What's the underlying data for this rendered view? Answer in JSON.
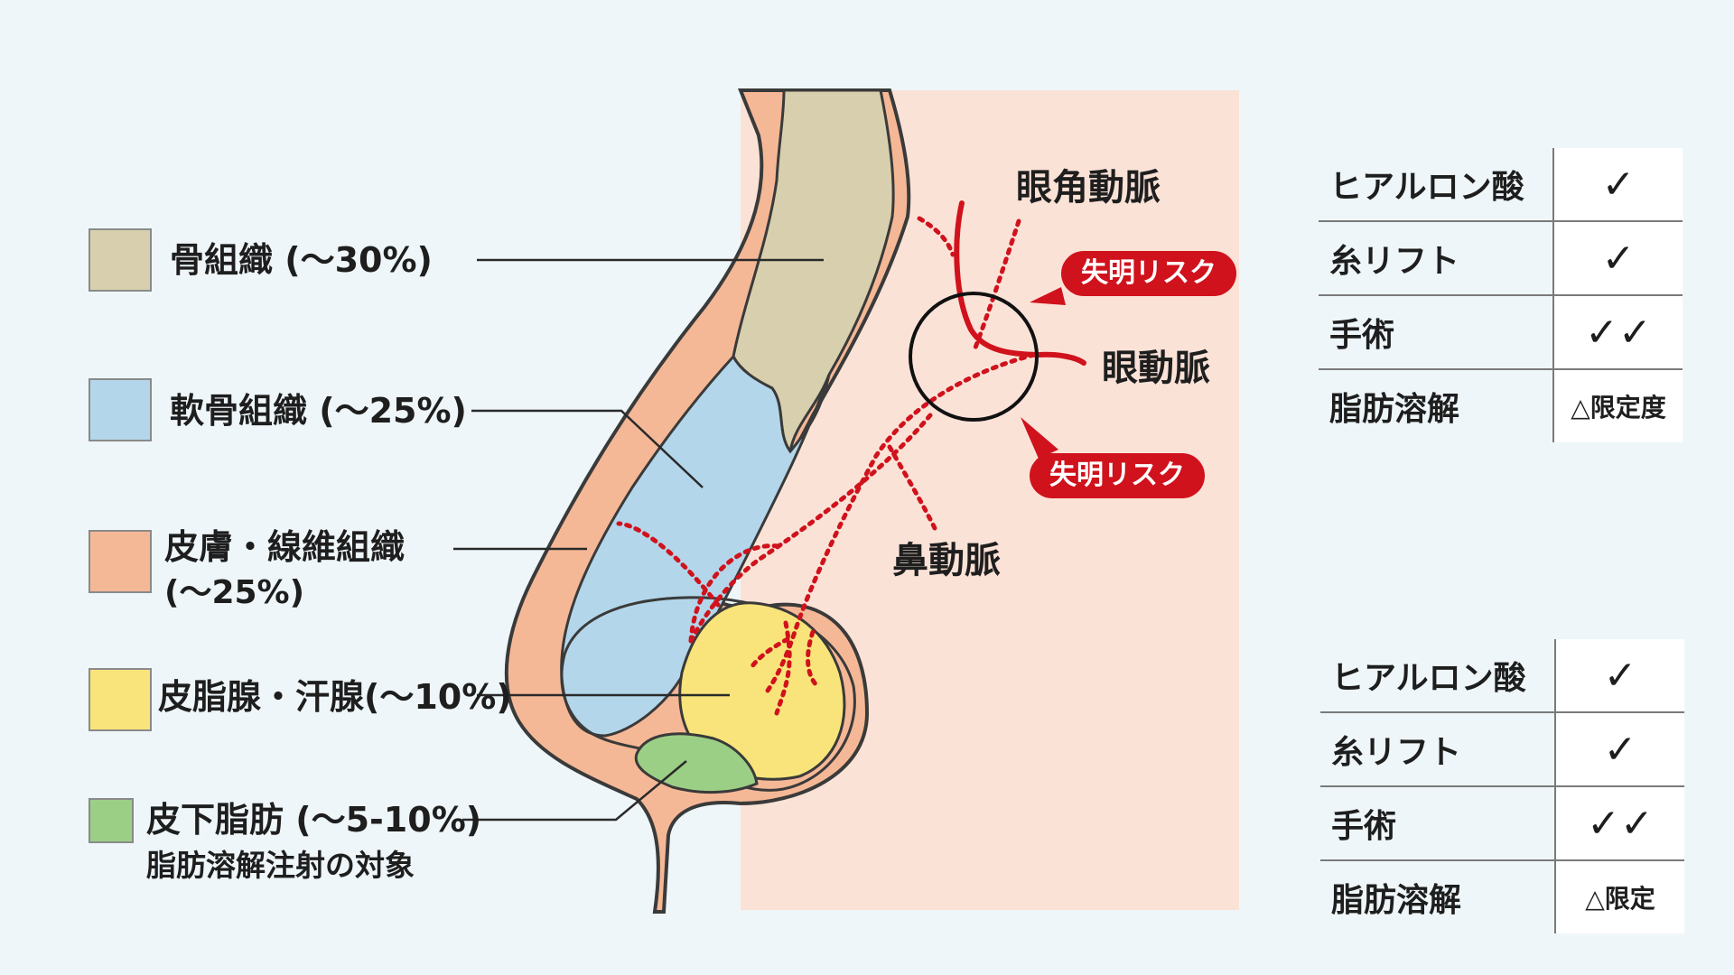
{
  "legend": [
    {
      "label": "骨組織 (〜30%)",
      "sub": "",
      "color": "#d8cfae"
    },
    {
      "label": "軟骨組織 (〜25%)",
      "sub": "",
      "color": "#b3d6ea"
    },
    {
      "label": "皮膚・線維組織",
      "sub": "(〜25%)",
      "color": "#f5b896"
    },
    {
      "label": "皮脂腺・汗腺(〜10%)",
      "sub": "",
      "color": "#f8e47a"
    },
    {
      "label": "皮下脂肪 (〜5-10%)",
      "sub": "脂肪溶解注射の対象",
      "color": "#9ccf86"
    }
  ],
  "arteries": {
    "angular": "眼角動脈",
    "ophthalmic": "眼動脈",
    "nasal": "鼻動脈"
  },
  "risk_tags": [
    "失明リスク",
    "失明リスク"
  ],
  "tables": [
    {
      "rows": [
        {
          "treatment": "ヒアルロン酸",
          "mark": "✓"
        },
        {
          "treatment": "糸リフト",
          "mark": "✓"
        },
        {
          "treatment": "手術",
          "mark": "✓✓"
        },
        {
          "treatment": "脂肪溶解",
          "mark": "△限定度"
        }
      ]
    },
    {
      "rows": [
        {
          "treatment": "ヒアルロン酸",
          "mark": "✓"
        },
        {
          "treatment": "糸リフト",
          "mark": "✓"
        },
        {
          "treatment": "手術",
          "mark": "✓✓"
        },
        {
          "treatment": "脂肪溶解",
          "mark": "△限定"
        }
      ]
    }
  ],
  "colors": {
    "skin_background": "#fbe2d7",
    "artery": "#d0121c",
    "outline": "#3a3a3a"
  }
}
